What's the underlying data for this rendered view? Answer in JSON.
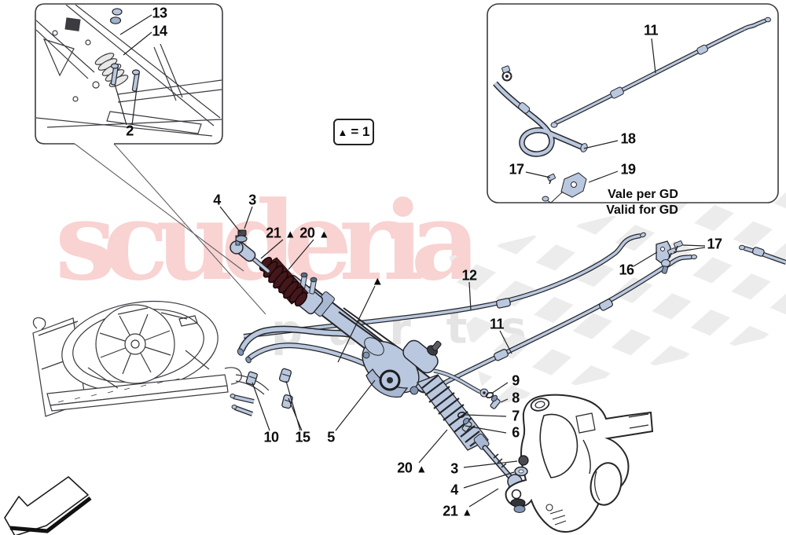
{
  "brand": {
    "name": "scuderia",
    "letters": [
      "c",
      "a",
      "r",
      "p",
      "a",
      "r",
      "t",
      "s"
    ]
  },
  "sym": {
    "tri": "▲"
  },
  "legend": {
    "symbol": "▲",
    "equals_text": "= 1"
  },
  "notes": {
    "line1": "Vale per GD",
    "line2": "Valid for GD"
  },
  "callouts": {
    "inset_tl": {
      "c13": "13",
      "c14": "14",
      "c2": "2"
    },
    "inset_tr": {
      "c11": "11",
      "c18": "18",
      "c17": "17",
      "c19": "19"
    },
    "main": {
      "c4_top": "4",
      "c3_top": "3",
      "c21_top": "21",
      "c20_top": "20",
      "c12": "12",
      "c11": "11",
      "c16": "16",
      "c17": "17",
      "c9": "9",
      "c8": "8",
      "c7": "7",
      "c6": "6",
      "c10": "10",
      "c15": "15",
      "c5": "5",
      "c20_bot": "20",
      "c3_bot": "3",
      "c4_bot": "4",
      "c21_bot": "21"
    }
  },
  "colors": {
    "part_blue": "#b9c8de",
    "part_blue_dark": "#8296b5",
    "bellows_dark": "#45171b",
    "outline": "#26262b",
    "brand_pink": "#f9d2d2",
    "sub_gray": "#e4e4e4",
    "checker": "#ececec"
  }
}
